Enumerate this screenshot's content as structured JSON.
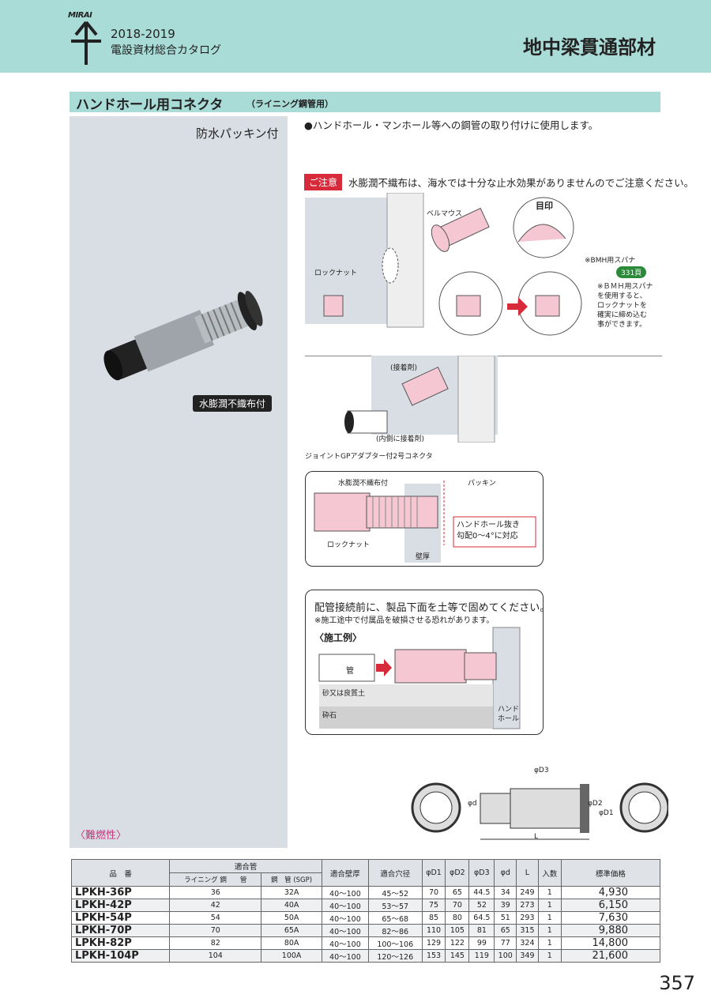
{
  "header": {
    "logo_text": "MIRAI",
    "years": "2018-2019",
    "catalog": "電設資材総合カタログ",
    "category": "地中梁貫通部材"
  },
  "section": {
    "title": "ハンドホール用コネクタ",
    "subtitle": "（ライニング鋼管用）"
  },
  "left": {
    "waterproof": "防水パッキン付",
    "swell_badge": "水膨潤不織布付",
    "flame": "〈難燃性〉"
  },
  "right": {
    "usage": "●ハンドホール・マンホール等への鋼管の取り付けに使用します。",
    "caution_badge": "ご注意",
    "caution_text": "水膨潤不織布は、海水では十分な止水効果がありませんのでご注意ください。",
    "diagram1": {
      "bellmouth": "ベルマウス",
      "mark": "目印",
      "locknut": "ロックナット",
      "bmh_spanner": "※BMH用スパナ",
      "page_ref": "331頁",
      "bmh_note": [
        "※ＢＭＨ用スパナ",
        "を使用すると、",
        "ロックナットを",
        "確実に締め込む",
        "事ができます。"
      ]
    },
    "diagram2": {
      "adhesive": "(接着剤)",
      "inner_adhesive": "(内側に接着剤)",
      "joint": "ジョイントGPアダプター付2号コネクタ"
    },
    "diagram3": {
      "swell": "水膨潤不織布付",
      "packing": "パッキン",
      "locknut": "ロックナット",
      "handhole": [
        "ハンドホール抜き",
        "勾配0～4°に対応"
      ],
      "wall": "壁厚"
    },
    "box2": {
      "main": "配管接続前に、製品下面を土等で固めてください。",
      "sub": "※施工途中で付属品を破損させる恐れがあります。",
      "example": "〈施工例〉",
      "pipe": "管",
      "sand": "砂又は良質土",
      "gravel": "砕石",
      "handhole": [
        "ハンド",
        "ホール"
      ]
    },
    "dims": {
      "d3": "φD3",
      "d": "φd",
      "d2": "φD2",
      "d1": "φD1",
      "l": "L"
    }
  },
  "table": {
    "headers": {
      "model": "品　番",
      "pipe_group": "適合管",
      "lining": "ライニング 鋼　　管",
      "steel": "鋼　管 (SGP)",
      "wall": "適合壁厚",
      "hole": "適合穴径",
      "d1": "φD1",
      "d2": "φD2",
      "d3": "φD3",
      "d": "φd",
      "l": "L",
      "qty": "入数",
      "price": "標準価格"
    },
    "rows": [
      [
        "LPKH-36P",
        "36",
        "32A",
        "40～100",
        "45～52",
        "70",
        "65",
        "44.5",
        "34",
        "249",
        "1",
        "4,930"
      ],
      [
        "LPKH-42P",
        "42",
        "40A",
        "40～100",
        "53～57",
        "75",
        "70",
        "52",
        "39",
        "273",
        "1",
        "6,150"
      ],
      [
        "LPKH-54P",
        "54",
        "50A",
        "40～100",
        "65～68",
        "85",
        "80",
        "64.5",
        "51",
        "293",
        "1",
        "7,630"
      ],
      [
        "LPKH-70P",
        "70",
        "65A",
        "40～100",
        "82～86",
        "110",
        "105",
        "81",
        "65",
        "315",
        "1",
        "9,880"
      ],
      [
        "LPKH-82P",
        "82",
        "80A",
        "40～100",
        "100～106",
        "129",
        "122",
        "99",
        "77",
        "324",
        "1",
        "14,800"
      ],
      [
        "LPKH-104P",
        "104",
        "100A",
        "40～100",
        "120～126",
        "153",
        "145",
        "119",
        "100",
        "349",
        "1",
        "21,600"
      ]
    ]
  },
  "page_number": "357"
}
